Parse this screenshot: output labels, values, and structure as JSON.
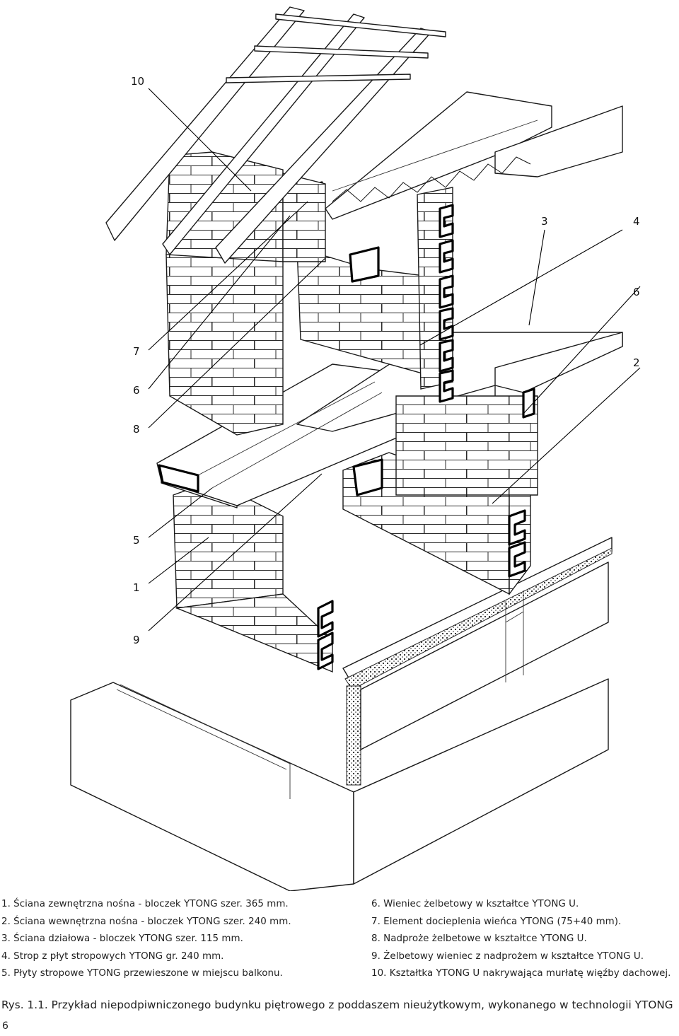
{
  "callouts": [
    "10",
    "3",
    "4",
    "6",
    "2",
    "7",
    "6",
    "8",
    "5",
    "1",
    "9"
  ],
  "legend_left": [
    "1. Ściana zewnętrzna nośna - bloczek YTONG szer. 365 mm.",
    "2. Ściana wewnętrzna nośna - bloczek YTONG szer. 240 mm.",
    "3. Ściana działowa - bloczek YTONG szer. 115 mm.",
    "4. Strop z płyt stropowych YTONG gr. 240 mm.",
    "5. Płyty stropowe YTONG przewieszone w miejscu balkonu."
  ],
  "legend_right": [
    "6. Wieniec żelbetowy w kształtce YTONG U.",
    "7. Element docieplenia wieńca YTONG (75+40 mm).",
    "8. Nadproże żelbetowe w kształtce YTONG U.",
    "9.  Żelbetowy wieniec z nadprożem w kształtce YTONG U.",
    "10. Kształtka YTONG U nakrywająca murłatę więźby dachowej."
  ],
  "caption": "Rys. 1.1. Przykład niepodpiwniczonego budynku piętrowego z poddaszem nieużytkowym, wykonanego w technologii YTONG",
  "page_number": "6"
}
